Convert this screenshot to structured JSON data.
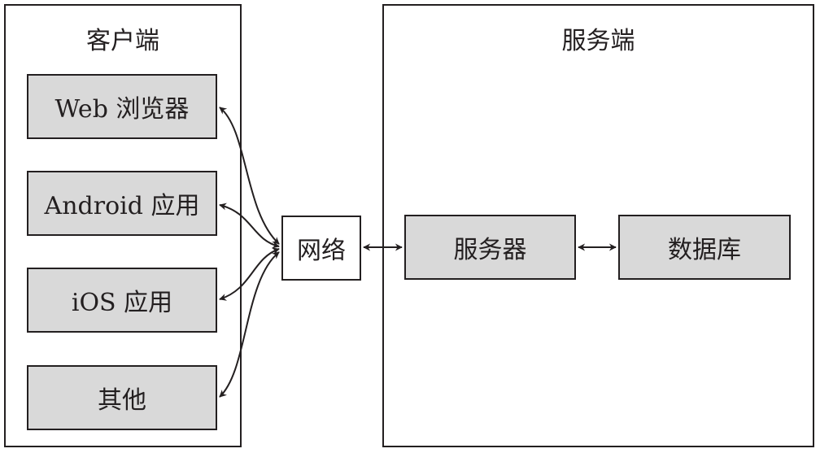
{
  "client": {
    "title": "客户端",
    "items": [
      {
        "label": "Web 浏览器"
      },
      {
        "label": "Android 应用"
      },
      {
        "label": "iOS 应用"
      },
      {
        "label": "其他"
      }
    ]
  },
  "network": {
    "label": "网络"
  },
  "server_side": {
    "title": "服务端",
    "server": {
      "label": "服务器"
    },
    "database": {
      "label": "数据库"
    }
  },
  "colors": {
    "box_fill": "#d9d9d9",
    "stroke": "#231f20"
  }
}
